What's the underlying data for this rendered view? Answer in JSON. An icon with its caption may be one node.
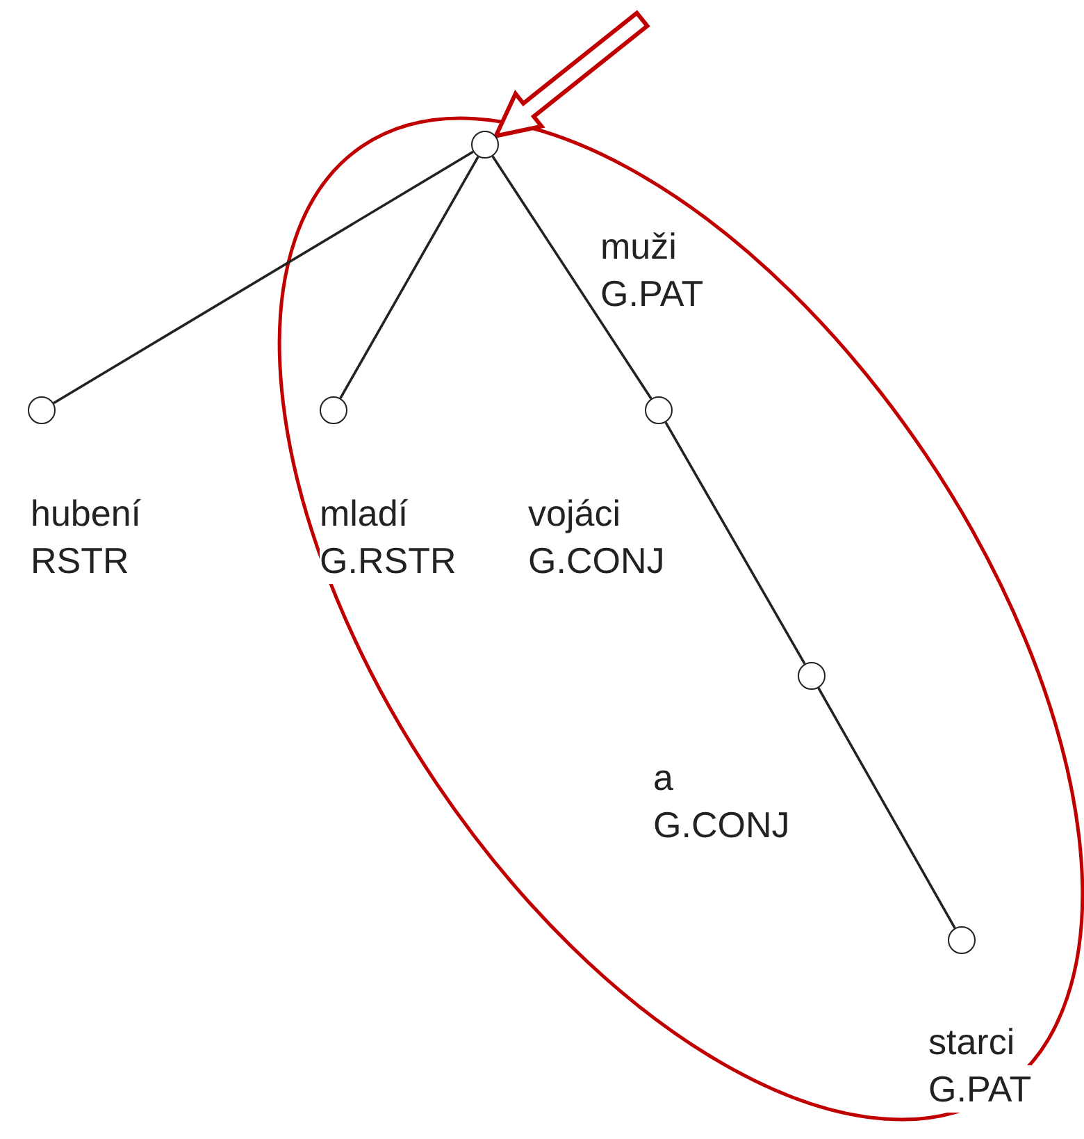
{
  "diagram": {
    "nodes": [
      {
        "text": [],
        "shape": "circle",
        "beside": [
          "muži",
          "G.PAT"
        ]
      },
      {
        "text": [],
        "shape": "circle",
        "beside": [
          "hubení",
          "RSTR"
        ]
      },
      {
        "text": [],
        "shape": "circle",
        "beside": [
          "mladí",
          "G.RSTR"
        ]
      },
      {
        "text": [],
        "shape": "circle",
        "beside": [
          "vojáci",
          "G.CONJ"
        ]
      },
      {
        "text": [],
        "shape": "circle",
        "beside": [
          "a",
          "G.CONJ"
        ]
      },
      {
        "text": [],
        "shape": "circle",
        "beside": [
          "starci",
          "G.PAT"
        ]
      }
    ],
    "edges": [
      {
        "from": 0,
        "to": 1,
        "arrow": "none"
      },
      {
        "from": 0,
        "to": 2,
        "arrow": "none"
      },
      {
        "from": 0,
        "to": 3,
        "arrow": "none"
      },
      {
        "from": 3,
        "to": 4,
        "arrow": "none"
      },
      {
        "from": 4,
        "to": 5,
        "arrow": "none"
      },
      {
        "from": null,
        "to": 0,
        "arrow": "to",
        "style": "thick",
        "color": "#c00000"
      }
    ]
  }
}
